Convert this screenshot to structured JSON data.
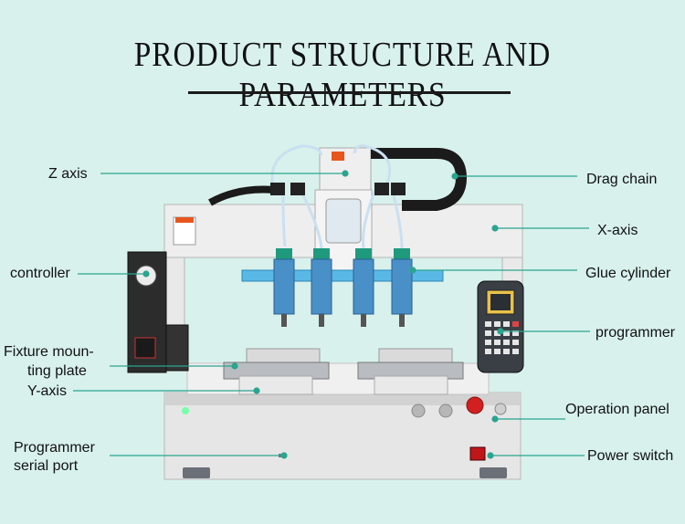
{
  "title": "PRODUCT STRUCTURE AND PARAMETERS",
  "labels": {
    "z_axis": "Z axis",
    "controller": "controller",
    "fixture_line1": "Fixture moun-",
    "fixture_line2": "ting plate",
    "y_axis": "Y-axis",
    "prog_port_line1": "Programmer",
    "prog_port_line2": "serial port",
    "drag_chain": "Drag chain",
    "x_axis": "X-axis",
    "glue_cylinder": "Glue cylinder",
    "programmer": "programmer",
    "operation_panel": "Operation panel",
    "power_switch": "Power switch"
  },
  "colors": {
    "background": "#d8f1ec",
    "leader_line": "#2aa58f",
    "syringe_body": "#4a90c8",
    "syringe_cap": "#1f9a7d",
    "nozzle_bar": "#5ab8e6",
    "frame": "#e8e8e8",
    "estop": "#d22020"
  }
}
